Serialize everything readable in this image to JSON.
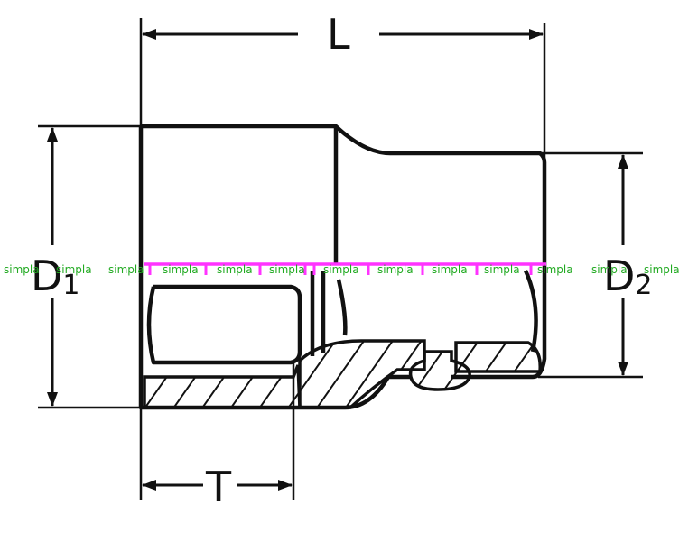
{
  "dimensions": {
    "length": "L",
    "diameter_1_main": "D",
    "diameter_1_sub": "1",
    "diameter_2_main": "D",
    "diameter_2_sub": "2",
    "depth": "T"
  },
  "watermark": {
    "text": "simpla",
    "color": "#22aa22",
    "line_color": "#ff33ff",
    "count": 13
  },
  "colors": {
    "stroke": "#111111",
    "background": "#ffffff"
  }
}
